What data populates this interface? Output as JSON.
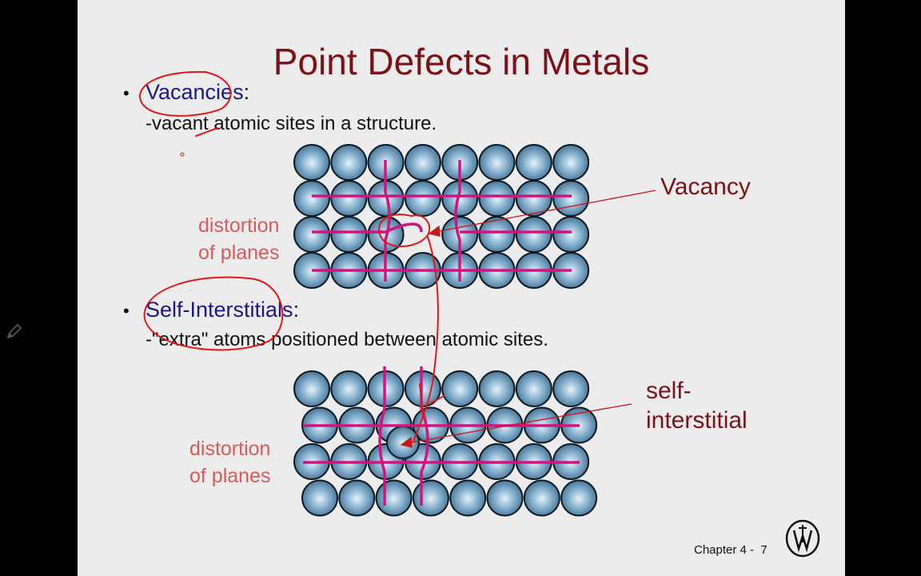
{
  "slide": {
    "title": "Point Defects in Metals",
    "bullets": [
      {
        "term": "Vacancies",
        "colon": ":",
        "description": "-vacant atomic sites in a structure."
      },
      {
        "term": "Self-Interstitials",
        "colon": ":",
        "description": "-\"extra\" atoms positioned between atomic sites."
      }
    ],
    "lattice_labels": {
      "distortion_1_line1": "distortion",
      "distortion_1_line2": "of planes",
      "distortion_2_line1": "distortion",
      "distortion_2_line2": "of planes"
    },
    "callouts": {
      "vacancy": "Vacancy",
      "interstitial_line1": "self-",
      "interstitial_line2": "interstitial"
    },
    "footer": {
      "chapter": "Chapter 4 -",
      "page": "7"
    }
  },
  "icons": {
    "pen_tool": "pen-icon",
    "publisher_logo": "wiley-logo-icon"
  },
  "colors": {
    "title": "#7a1218",
    "term": "#1a1a86",
    "plane_lines": "#d4147e",
    "annotation": "#e01818"
  }
}
